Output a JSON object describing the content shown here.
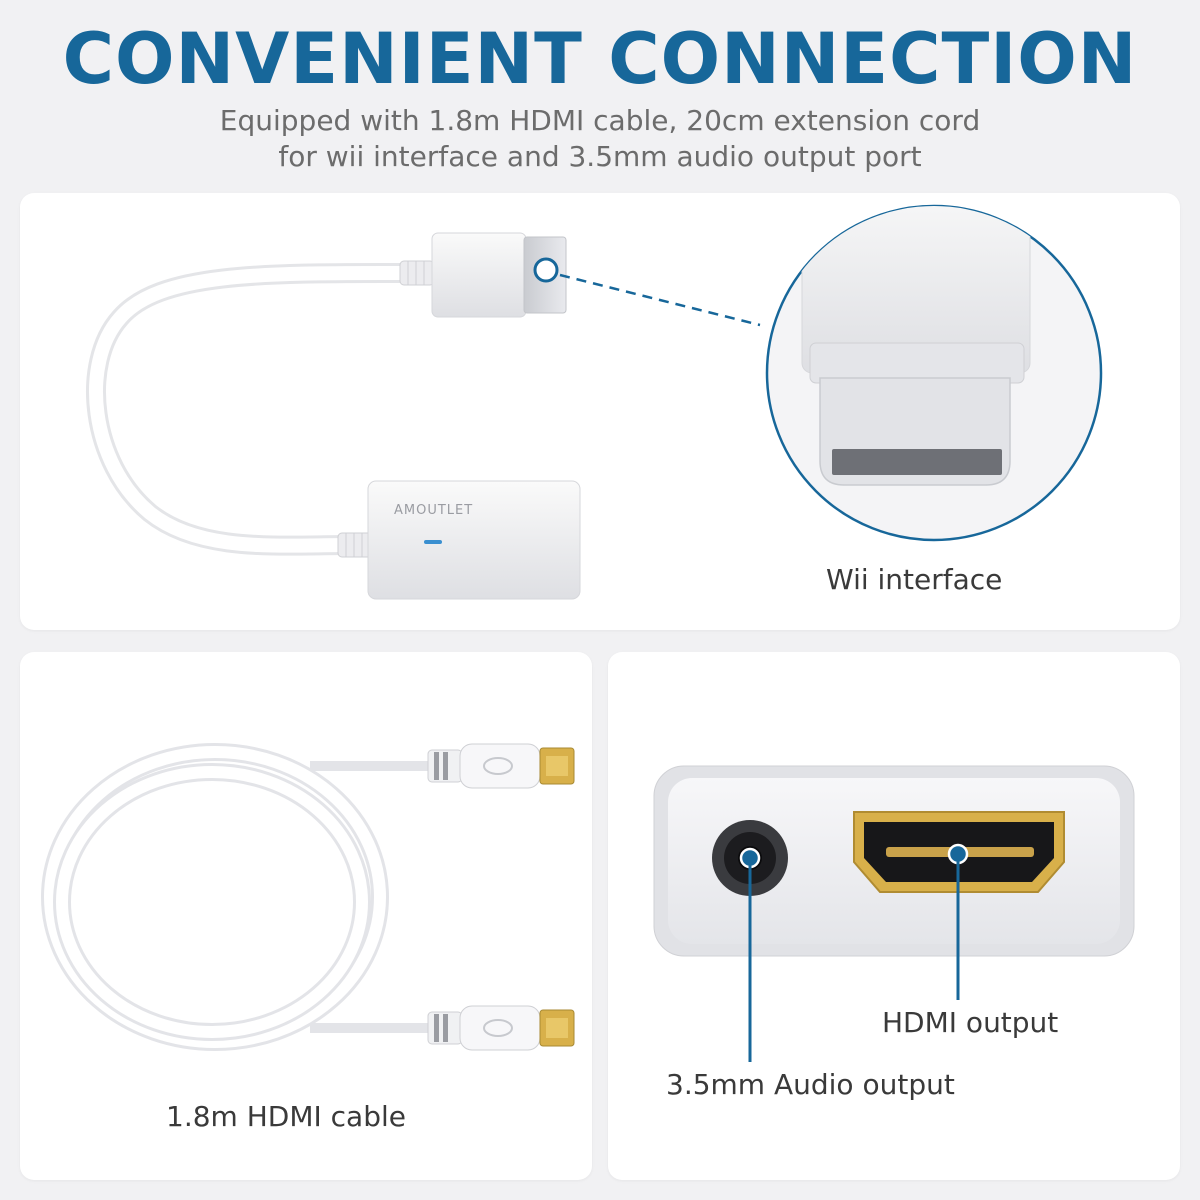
{
  "header": {
    "title": "CONVENIENT CONNECTION",
    "subtitle_line1": "Equipped with 1.8m HDMI cable, 20cm extension cord",
    "subtitle_line2": "for wii interface and 3.5mm audio output port"
  },
  "panels": {
    "top": {
      "callout_label": "Wii interface",
      "brand_text": "AMOUTLET"
    },
    "bottom_left": {
      "caption": "1.8m HDMI cable"
    },
    "bottom_right": {
      "hdmi_label": "HDMI output",
      "audio_label": "3.5mm Audio output"
    }
  },
  "colors": {
    "accent": "#17679a",
    "background": "#f1f1f3",
    "panel": "#ffffff",
    "gold": "#d8b04a"
  }
}
